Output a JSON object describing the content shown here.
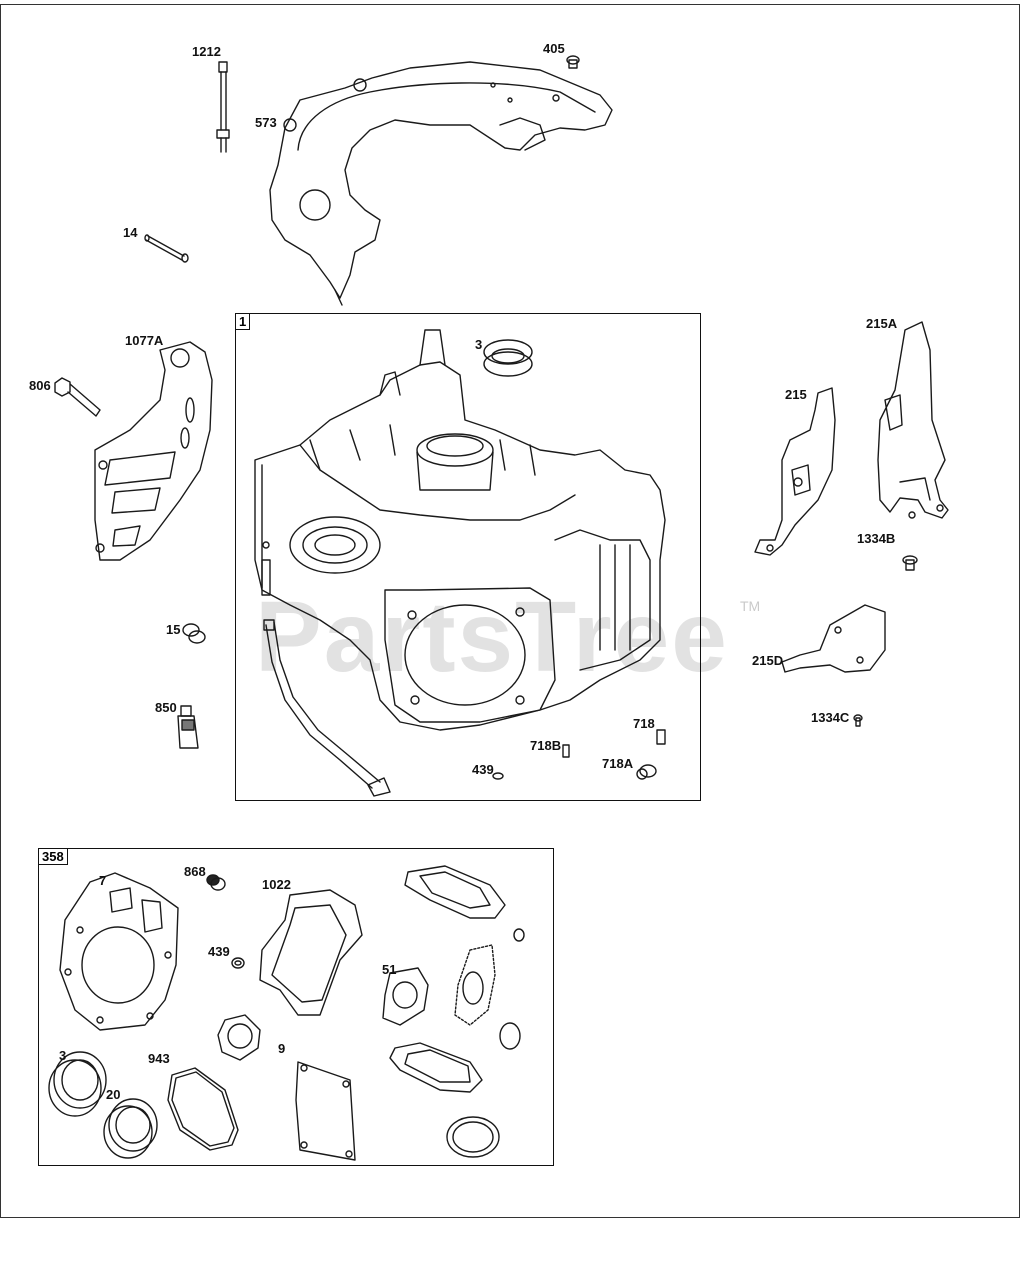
{
  "watermark": {
    "text": "PartsTree",
    "tm": "TM"
  },
  "callouts": {
    "c1212": "1212",
    "c405": "405",
    "c573": "573",
    "c14": "14",
    "c1077A": "1077A",
    "c806": "806",
    "c3": "3",
    "c215A": "215A",
    "c215": "215",
    "c1334B": "1334B",
    "c15": "15",
    "c215D": "215D",
    "c850": "850",
    "c718": "718",
    "c718B": "718B",
    "c718A": "718A",
    "c439": "439",
    "c1334C": "1334C"
  },
  "boxes": {
    "block_tag": "1",
    "kit_tag": "358"
  },
  "kit": {
    "c7": "7",
    "c868": "868",
    "c1022": "1022",
    "c439": "439",
    "c51": "51",
    "c3": "3",
    "c20": "20",
    "c943": "943",
    "c9": "9"
  }
}
